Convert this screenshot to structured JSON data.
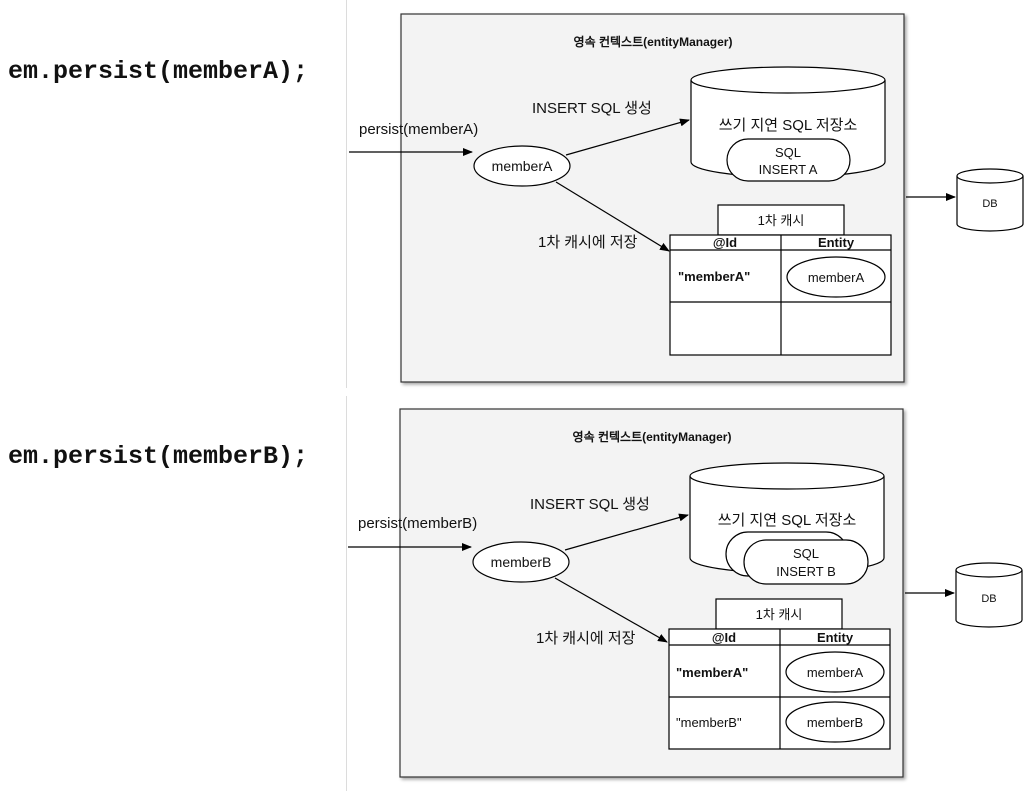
{
  "panels": [
    {
      "code": "em.persist(memberA);",
      "context_title": "영속 컨텍스트(entityManager)",
      "call_label": "persist(memberA)",
      "entity_name": "memberA",
      "sql_gen_label": "INSERT SQL 생성",
      "store_label": "쓰기 지연 SQL 저장소",
      "sql_items": [
        {
          "line1": "SQL",
          "line2": "INSERT A"
        }
      ],
      "cache_save_label": "1차 캐시에 저장",
      "cache_title": "1차 캐시",
      "cache_headers": [
        "@Id",
        "Entity"
      ],
      "cache_rows": [
        {
          "id": "\"memberA\"",
          "entity": "memberA"
        }
      ],
      "db_label": "DB"
    },
    {
      "code": "em.persist(memberB);",
      "context_title": "영속 컨텍스트(entityManager)",
      "call_label": "persist(memberB)",
      "entity_name": "memberB",
      "sql_gen_label": "INSERT SQL 생성",
      "store_label": "쓰기 지연 SQL 저장소",
      "sql_items": [
        {
          "line1": "SQL",
          "line2": "INSERT B"
        }
      ],
      "cache_save_label": "1차 캐시에 저장",
      "cache_title": "1차 캐시",
      "cache_headers": [
        "@Id",
        "Entity"
      ],
      "cache_rows": [
        {
          "id": "\"memberA\"",
          "entity": "memberA"
        },
        {
          "id": "\"memberB\"",
          "entity": "memberB"
        }
      ],
      "db_label": "DB"
    }
  ]
}
